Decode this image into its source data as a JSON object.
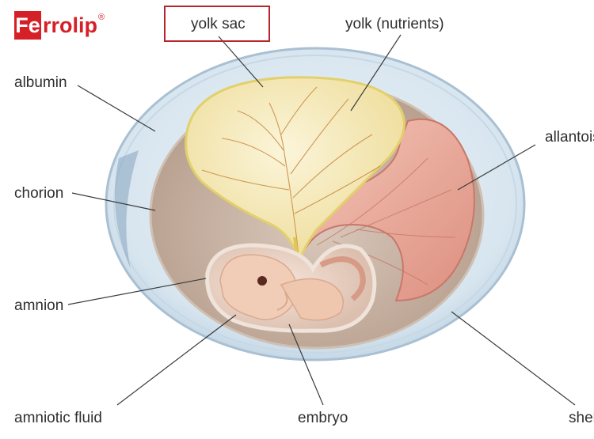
{
  "logo": {
    "initial": "Fe",
    "rest": "rrolip",
    "reg": "®"
  },
  "labels": {
    "yolk_sac": "yolk sac",
    "yolk": "yolk (nutrients)",
    "albumin": "albumin",
    "allantois": "allantois",
    "chorion": "chorion",
    "amnion": "amnion",
    "amniotic_fluid": "amniotic fluid",
    "embryo": "embryo",
    "shell": "shell"
  },
  "colors": {
    "brand": "#d62027",
    "highlight": "#b8262b",
    "shell": "#c9d9e6",
    "albumin": "#dde9f2",
    "chorion_fill": "#c9b3a4",
    "yolk": "#f4e9b8",
    "allantois": "#e8a79a",
    "embryo": "#f2cdb8"
  }
}
